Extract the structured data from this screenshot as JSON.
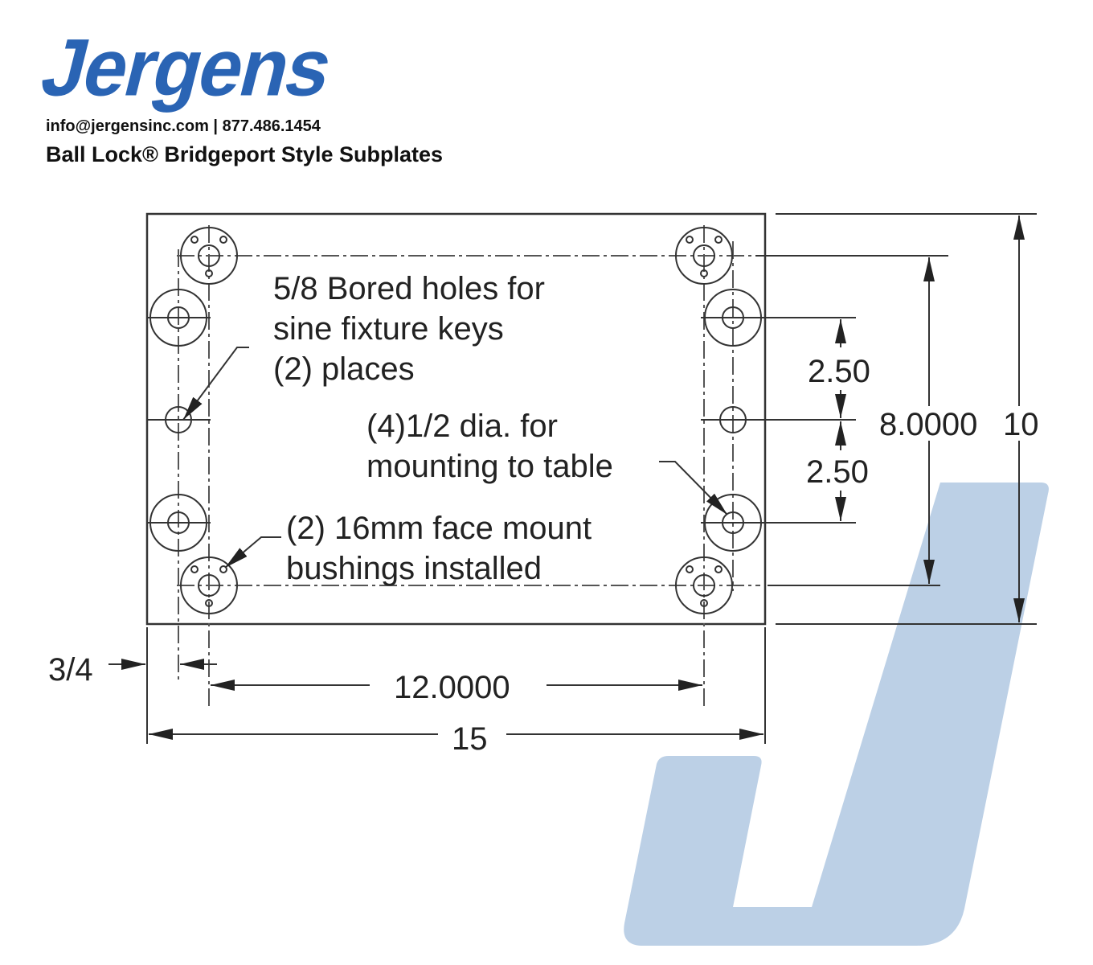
{
  "header": {
    "brand": "Jergens",
    "contact": "info@jergensinc.com | 877.486.1454",
    "title": "Ball Lock® Bridgeport Style Subplates"
  },
  "drawing": {
    "callouts": {
      "bored_holes": [
        "5/8 Bored holes for",
        "sine fixture keys",
        "(2) places"
      ],
      "mounting": [
        "(4)1/2 dia. for",
        "mounting to table"
      ],
      "bushings": [
        "(2) 16mm face mount",
        "bushings installed"
      ]
    },
    "dimensions": {
      "upper_spacing": "2.50",
      "lower_spacing": "2.50",
      "bushing_height": "8.0000",
      "plate_height": "10",
      "edge_offset": "3/4",
      "bushing_width": "12.0000",
      "plate_width": "15"
    }
  },
  "colors": {
    "brand": "#2a64b4",
    "watermark": "#bcd0e6",
    "line": "#333333"
  }
}
